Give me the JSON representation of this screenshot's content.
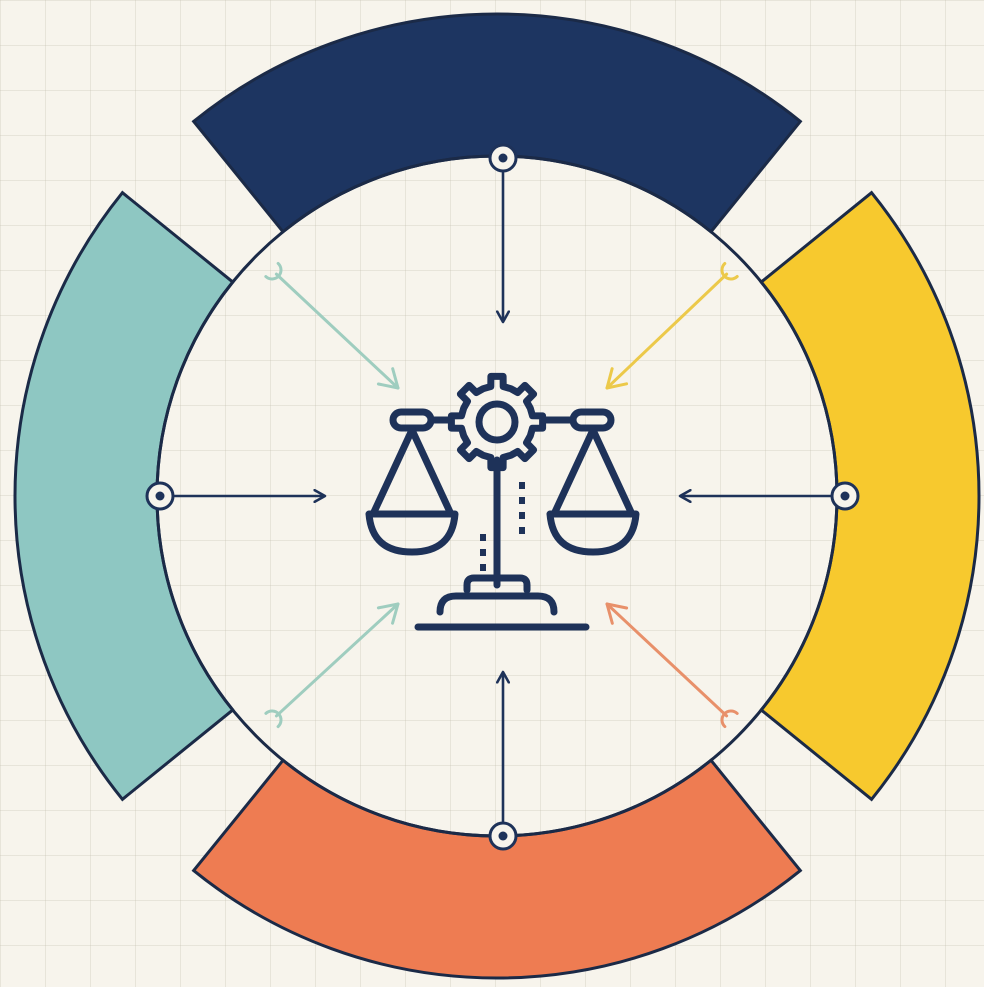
{
  "colors": {
    "background": "#f7f4ec",
    "grid": "#d8d3c4",
    "ink": "#1e3259",
    "navy": "#1d3561",
    "teal": "#8ec7c2",
    "yellow": "#f7c92e",
    "orange": "#ee7c52",
    "segment_outline": "#1b2a47"
  },
  "segments": [
    {
      "name": "top",
      "color": "#1d3561"
    },
    {
      "name": "right",
      "color": "#f7c92e"
    },
    {
      "name": "bottom",
      "color": "#ee7c52"
    },
    {
      "name": "left",
      "color": "#8ec7c2"
    }
  ],
  "connectors": {
    "cardinal": [
      "top",
      "right",
      "bottom",
      "left"
    ],
    "diagonal": [
      {
        "name": "upper-left",
        "color": "#9fcdbf"
      },
      {
        "name": "upper-right",
        "color": "#ecc94a"
      },
      {
        "name": "lower-left",
        "color": "#9fcdbf"
      },
      {
        "name": "lower-right",
        "color": "#e8906a"
      }
    ]
  },
  "center_icon": {
    "icon": "balance-scale-with-gear-icon"
  }
}
